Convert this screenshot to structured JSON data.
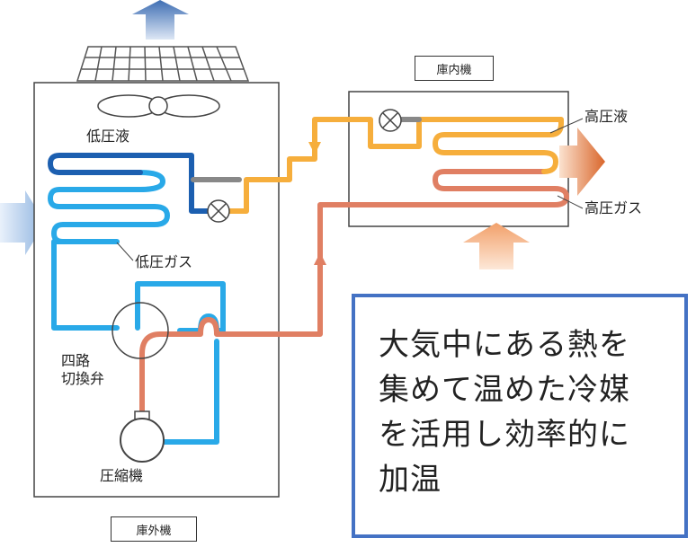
{
  "labels": {
    "low_pressure_liquid": "低圧液",
    "low_pressure_gas": "低圧ガス",
    "four_way_valve_line1": "四路",
    "four_way_valve_line2": "切換弁",
    "compressor": "圧縮機",
    "outdoor_unit": "庫外機",
    "indoor_unit": "庫内機",
    "high_pressure_liquid": "高圧液",
    "high_pressure_gas": "高圧ガス"
  },
  "note": {
    "lines": [
      "大気中にある熱を",
      "集めて温めた冷媒",
      "を活用し効率的に",
      "加温"
    ],
    "border_color": "#4472c4"
  },
  "colors": {
    "low_pressure_blue": "#29a9e8",
    "low_pressure_dark": "#1c5fb0",
    "high_pressure_gas": "#e07f63",
    "high_pressure_liquid": "#f6ae3c",
    "heat_arrow": "#e86f2a",
    "outflow_arrow": "#3f6fb0"
  }
}
